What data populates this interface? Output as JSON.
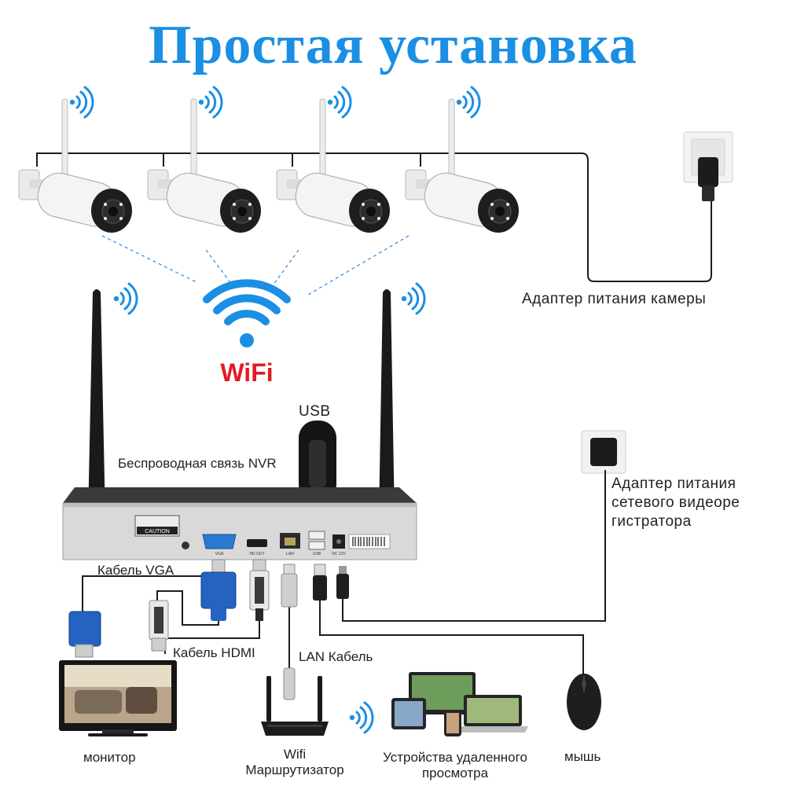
{
  "title": "Простая установка",
  "colors": {
    "title": "#1a8fe3",
    "wifi": "#1a8fe3",
    "wifi_label": "#e21b24",
    "cable": "#1c1c1c",
    "dash": "#3e8fd8",
    "camera_body": "#f2f2f2",
    "nvr_body": "#d9d9d9"
  },
  "icons": {
    "signal": "wifi-signal-icon",
    "wifi": "wifi-icon"
  },
  "labels": {
    "wifi": "WiFi",
    "usb": "USB",
    "nvr": "Беспроводная связь NVR",
    "camera_adapter": "Адаптер питания камеры",
    "nvr_adapter": "Адаптер питания\nсетевого видеоре\nгистратора",
    "vga_cable": "Кабель VGA",
    "hdmi_cable": "Кабель HDMI",
    "lan_cable": "LAN Кабель",
    "monitor": "монитор",
    "router": "Wifi\nМаршрутизатор",
    "remote": "Устройства удаленного\nпросмотра",
    "mouse": "мышь"
  },
  "nvr_panel": {
    "caution": "CAUTION",
    "vga": "VGA",
    "hdmi": "HD OUT",
    "lan": "LAN",
    "usb": "USB",
    "dc": "DC 12V"
  }
}
